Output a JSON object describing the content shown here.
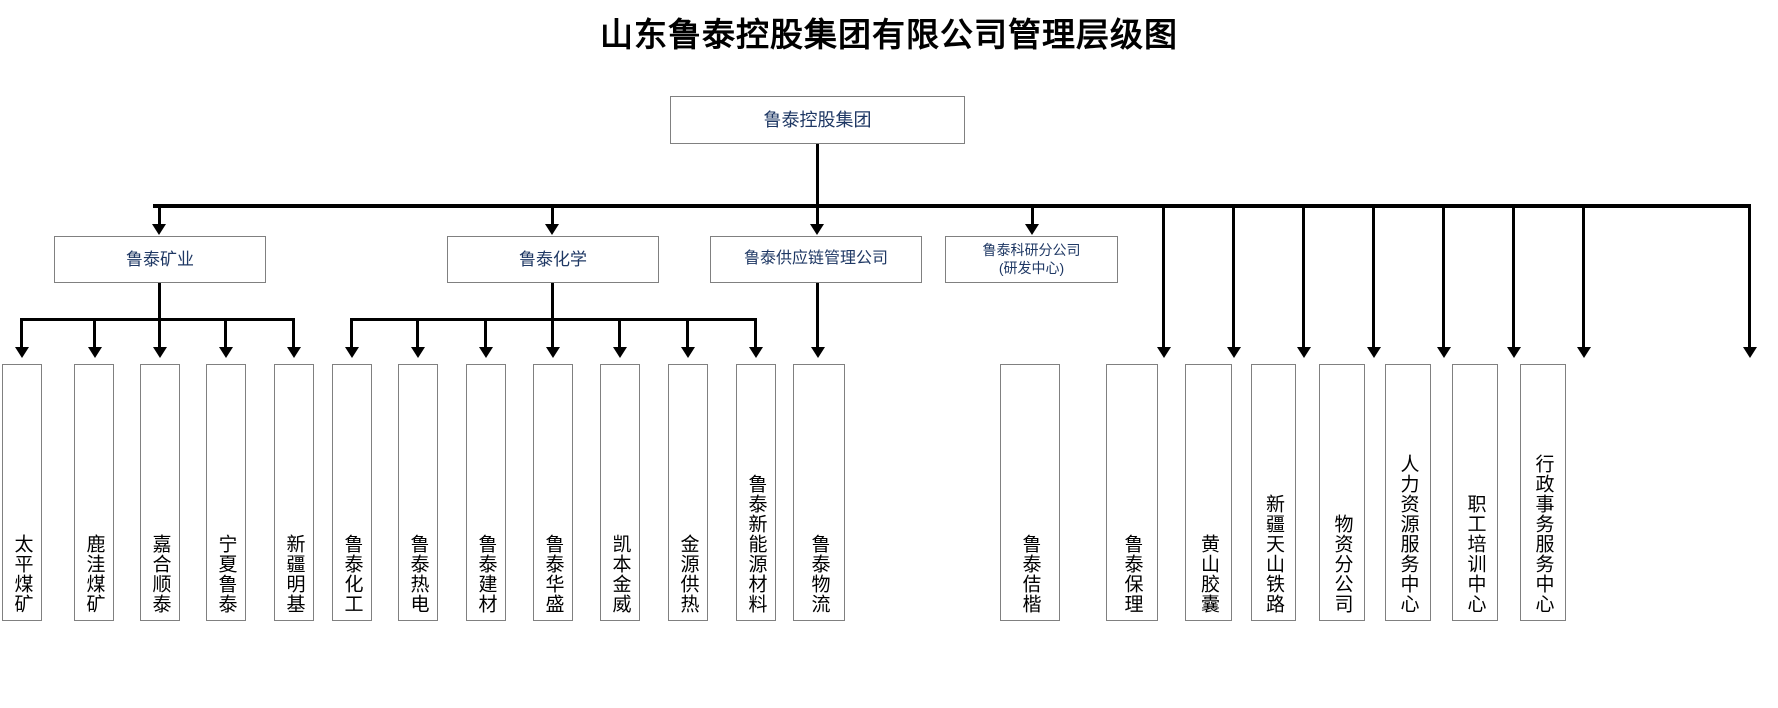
{
  "title": "山东鲁泰控股集团有限公司管理层级图",
  "colors": {
    "box_border": "#808080",
    "node_text": "#1F3864",
    "leaf_text": "#000000",
    "connector": "#000000",
    "background": "#FFFFFF"
  },
  "chart_data": {
    "type": "diagram",
    "diagram_type": "organization-chart",
    "title": "山东鲁泰控股集团有限公司管理层级图",
    "orientation": "top-down",
    "root": {
      "id": "root",
      "label": "鲁泰控股集团",
      "level": 1
    },
    "divisions": [
      {
        "id": "mining",
        "label": "鲁泰矿业",
        "level": 2,
        "children": [
          "太平煤矿",
          "鹿洼煤矿",
          "嘉合顺泰",
          "宁夏鲁泰",
          "新疆明基"
        ]
      },
      {
        "id": "chemistry",
        "label": "鲁泰化学",
        "level": 2,
        "children": [
          "鲁泰化工",
          "鲁泰热电",
          "鲁泰建材",
          "鲁泰华盛",
          "凯本金威",
          "金源供热",
          "鲁泰新能源材料"
        ]
      },
      {
        "id": "supplychain",
        "label": "鲁泰供应链管理公司",
        "level": 2,
        "children": [
          "鲁泰物流"
        ]
      },
      {
        "id": "research",
        "label": "鲁泰科研分公司\n(研发中心)",
        "label_line1": "鲁泰科研分公司",
        "label_line2": "(研发中心)",
        "level": 2,
        "children": []
      }
    ],
    "direct_units": [
      "鲁泰佶楷",
      "鲁泰保理",
      "黄山胶囊",
      "新疆天山铁路",
      "物资分公司",
      "人力资源服务中心",
      "职工培训中心",
      "行政事务服务中心"
    ]
  },
  "root": {
    "label": "鲁泰控股集团"
  },
  "level2": [
    {
      "label": "鲁泰矿业"
    },
    {
      "label": "鲁泰化学"
    },
    {
      "label": "鲁泰供应链管理公司"
    },
    {
      "line1": "鲁泰科研分公司",
      "line2": "(研发中心)"
    }
  ],
  "leaves": {
    "mining": [
      {
        "label": "太平煤矿"
      },
      {
        "label": "鹿洼煤矿"
      },
      {
        "label": "嘉合顺泰"
      },
      {
        "label": "宁夏鲁泰"
      },
      {
        "label": "新疆明基"
      }
    ],
    "chemistry": [
      {
        "label": "鲁泰化工"
      },
      {
        "label": "鲁泰热电"
      },
      {
        "label": "鲁泰建材"
      },
      {
        "label": "鲁泰华盛"
      },
      {
        "label": "凯本金威"
      },
      {
        "label": "金源供热"
      },
      {
        "label": "鲁泰新能源材料"
      }
    ],
    "supplychain": [
      {
        "label": "鲁泰物流"
      }
    ],
    "direct": [
      {
        "label": "鲁泰佶楷"
      },
      {
        "label": "鲁泰保理"
      },
      {
        "label": "黄山胶囊"
      },
      {
        "label": "新疆天山铁路"
      },
      {
        "label": "物资分公司"
      },
      {
        "label": "人力资源服务中心"
      },
      {
        "label": "职工培训中心"
      },
      {
        "label": "行政事务服务中心"
      }
    ]
  }
}
